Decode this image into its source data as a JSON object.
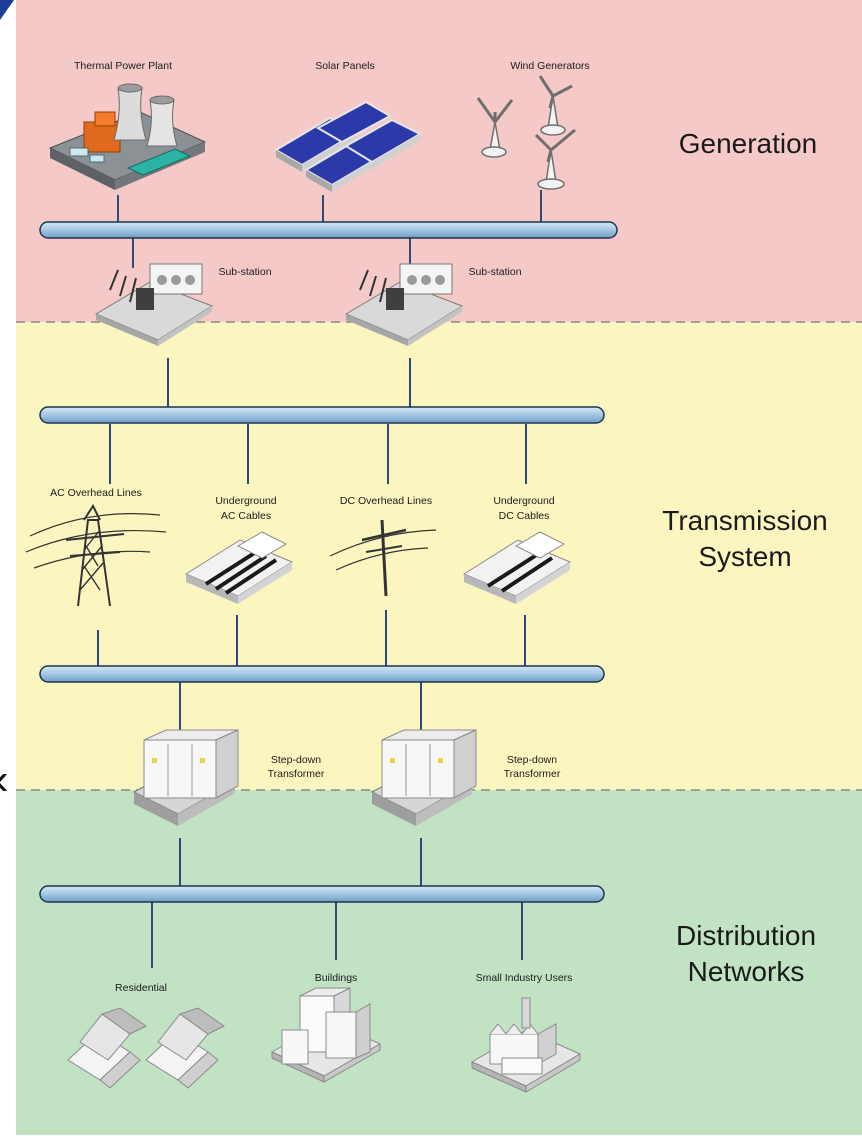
{
  "zones": {
    "generation": {
      "title": "Generation",
      "color": "#f6c9c9"
    },
    "transmission": {
      "title_line1": "Transmission",
      "title_line2": "System",
      "color": "#fbf5c0"
    },
    "distribution": {
      "title_line1": "Distribution",
      "title_line2": "Networks",
      "color": "#c2e2c4"
    }
  },
  "generation": {
    "thermal": "Thermal Power Plant",
    "solar": "Solar Panels",
    "wind": "Wind Generators"
  },
  "substations": {
    "left": "Sub-station",
    "right": "Sub-station"
  },
  "transmission": {
    "ac_overhead": "AC Overhead Lines",
    "ug_ac_line1": "Underground",
    "ug_ac_line2": "AC Cables",
    "dc_overhead": "DC Overhead Lines",
    "ug_dc_line1": "Underground",
    "ug_dc_line2": "DC Cables"
  },
  "transformers": {
    "left_line1": "Step-down",
    "left_line2": "Transformer",
    "right_line1": "Step-down",
    "right_line2": "Transformer"
  },
  "distribution": {
    "residential": "Residential",
    "buildings": "Buildings",
    "industry": "Small Industry Users"
  },
  "colors": {
    "bus": "#a9cbe6",
    "bus_edge": "#1e3550",
    "connector": "#2f4a7a"
  }
}
